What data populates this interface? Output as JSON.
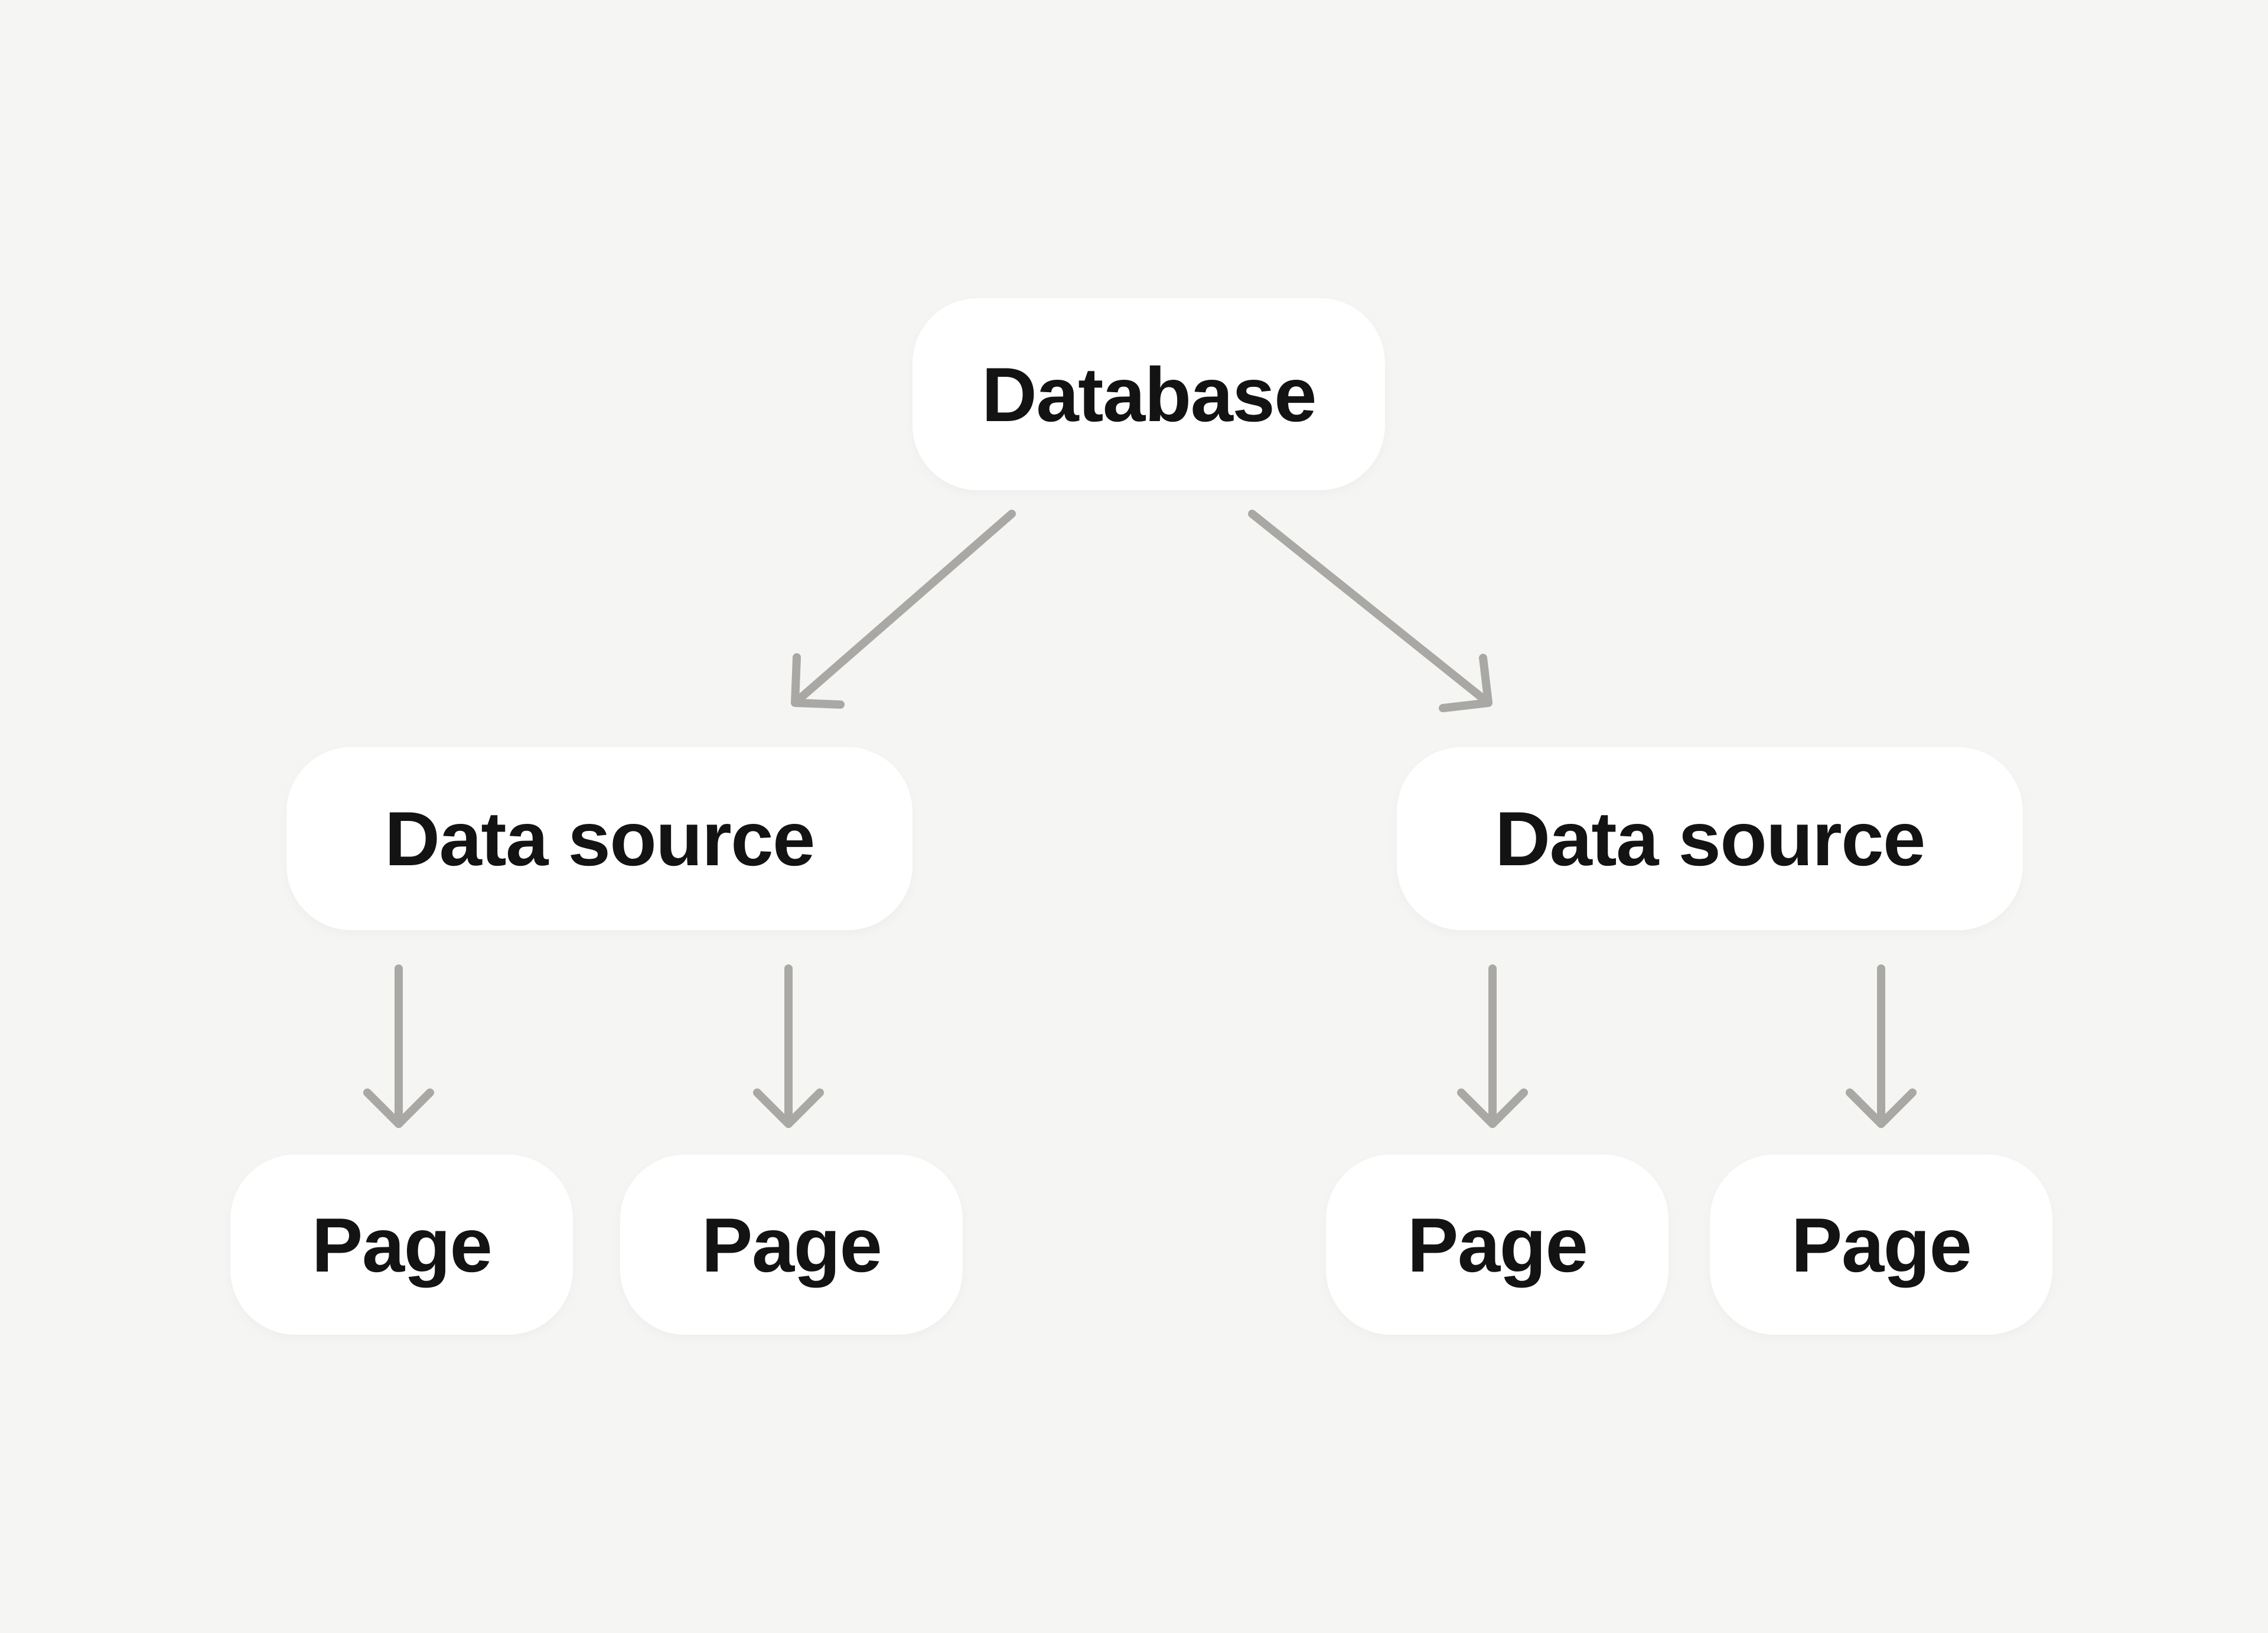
{
  "colors": {
    "background": "#f5f5f3",
    "node_fill": "#ffffff",
    "arrow": "#a9a8a4",
    "text": "#131313"
  },
  "nodes": {
    "database": {
      "label": "Database"
    },
    "data_source_left": {
      "label": "Data source"
    },
    "data_source_right": {
      "label": "Data source"
    },
    "page_1": {
      "label": "Page"
    },
    "page_2": {
      "label": "Page"
    },
    "page_3": {
      "label": "Page"
    },
    "page_4": {
      "label": "Page"
    }
  },
  "edges": [
    {
      "from": "database",
      "to": "data_source_left"
    },
    {
      "from": "database",
      "to": "data_source_right"
    },
    {
      "from": "data_source_left",
      "to": "page_1"
    },
    {
      "from": "data_source_left",
      "to": "page_2"
    },
    {
      "from": "data_source_right",
      "to": "page_3"
    },
    {
      "from": "data_source_right",
      "to": "page_4"
    }
  ]
}
